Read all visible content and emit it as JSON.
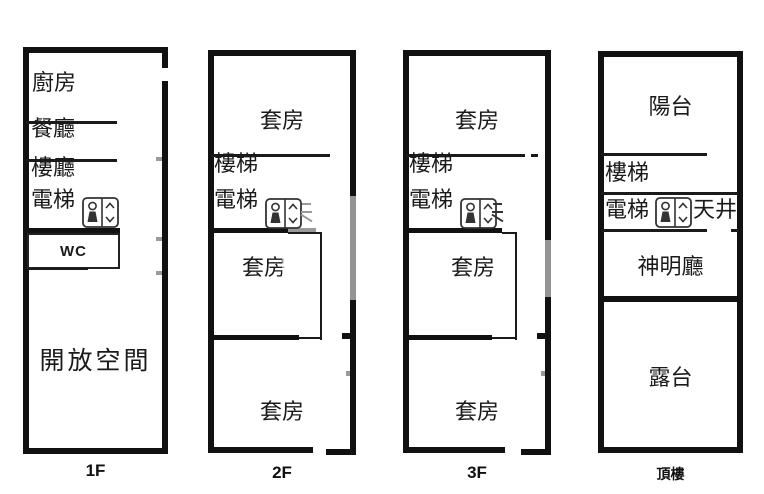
{
  "title": "floor-plan-sheet",
  "colors": {
    "wall": "#111111",
    "faded_wall": "#9a9a9a",
    "text": "#1a1a1a",
    "background": "#ffffff"
  },
  "icons": {
    "elevator": "elevator-call-buttons-icon"
  },
  "floors": [
    {
      "label": "1F",
      "rooms": {
        "kitchen": "廚房",
        "dining": "餐廳",
        "hall": "樓廳",
        "elevator": "電梯",
        "wc": "WC",
        "open_space": "開放空間"
      }
    },
    {
      "label": "2F",
      "rooms": {
        "suite_top": "套房",
        "stairs": "樓梯",
        "elevator": "電梯",
        "suite_mid": "套房",
        "suite_bottom": "套房"
      }
    },
    {
      "label": "3F",
      "rooms": {
        "suite_top": "套房",
        "stairs": "樓梯",
        "elevator": "電梯",
        "suite_mid": "套房",
        "suite_bottom": "套房"
      }
    },
    {
      "label": "頂樓",
      "rooms": {
        "balcony": "陽台",
        "stairs": "樓梯",
        "elevator": "電梯",
        "lightwell": "天井",
        "shrine": "神明廳",
        "terrace": "露台"
      }
    }
  ]
}
